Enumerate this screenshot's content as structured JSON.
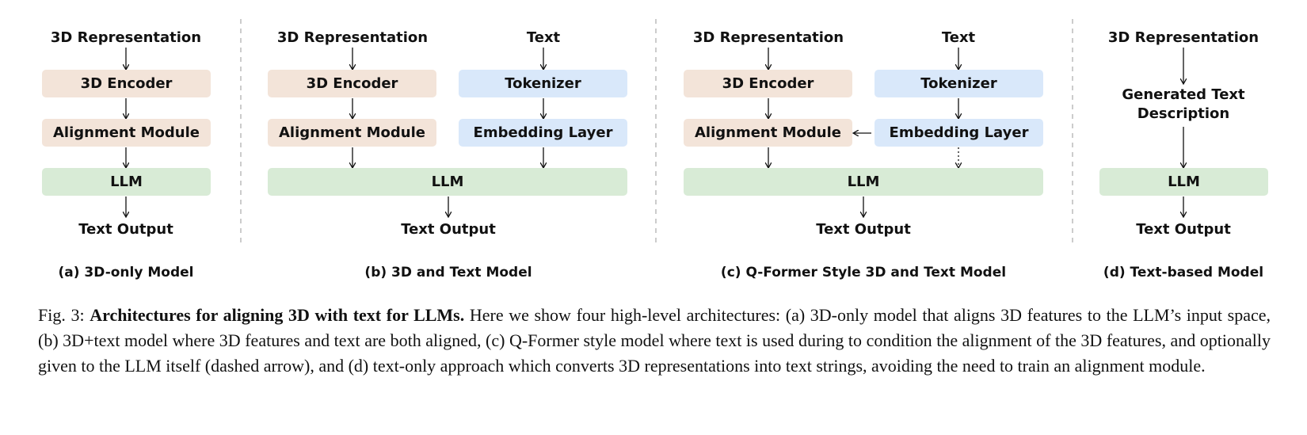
{
  "colors": {
    "encoder": "#f3e4d9",
    "text_path": "#d9e8fa",
    "llm": "#d8ebd6",
    "arrow": "#111111",
    "divider": "#bbbbbb"
  },
  "panels": {
    "a": {
      "input": "3D Representation",
      "encoder": "3D Encoder",
      "alignment": "Alignment Module",
      "llm": "LLM",
      "output": "Text Output",
      "caption": "(a) 3D-only Model"
    },
    "b": {
      "input": "3D Representation",
      "text": "Text",
      "encoder": "3D Encoder",
      "tokenizer": "Tokenizer",
      "alignment": "Alignment Module",
      "embedding": "Embedding Layer",
      "llm": "LLM",
      "output": "Text Output",
      "caption": "(b) 3D and Text Model"
    },
    "c": {
      "input": "3D Representation",
      "text": "Text",
      "encoder": "3D Encoder",
      "tokenizer": "Tokenizer",
      "alignment": "Alignment Module",
      "embedding": "Embedding Layer",
      "llm": "LLM",
      "output": "Text Output",
      "caption": "(c) Q-Former Style 3D and Text Model"
    },
    "d": {
      "input": "3D Representation",
      "generated_line1": "Generated Text",
      "generated_line2": "Description",
      "llm": "LLM",
      "output": "Text Output",
      "caption": "(d) Text-based Model"
    }
  },
  "figure_caption": {
    "prefix": "Fig. 3: ",
    "bold": "Architectures for aligning 3D with text for LLMs.",
    "body": " Here we show four high-level architectures: (a) 3D-only model that aligns 3D features to the LLM’s input space, (b) 3D+text model where 3D features and text are both aligned, (c) Q-Former style model where text is used during to condition the alignment of the 3D features, and optionally given to the LLM itself (dashed arrow), and (d) text-only approach which converts 3D representations into text strings, avoiding the need to train an alignment module."
  }
}
